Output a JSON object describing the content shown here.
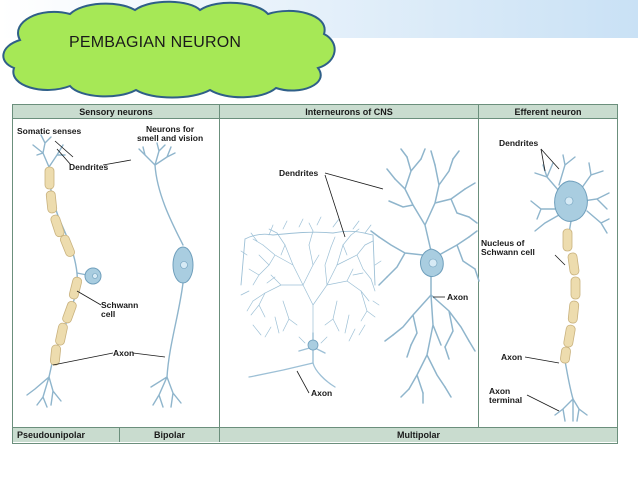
{
  "slide": {
    "title": "PEMBAGIAN NEURON"
  },
  "figure": {
    "headers": {
      "sensory": "Sensory neurons",
      "interneurons": "Interneurons of CNS",
      "efferent": "Efferent neuron"
    },
    "footers": {
      "pseudounipolar": "Pseudounipolar",
      "bipolar": "Bipolar",
      "multipolar": "Multipolar"
    },
    "labels": {
      "somatic_senses": "Somatic senses",
      "smell_vision_1": "Neurons for",
      "smell_vision_2": "smell and vision",
      "dendrites_sensory": "Dendrites",
      "schwann_1": "Schwann",
      "schwann_2": "cell",
      "axon_sensory": "Axon",
      "dendrites_inter": "Dendrites",
      "axon_inter_left": "Axon",
      "axon_inter_right": "Axon",
      "dendrites_eff": "Dendrites",
      "nucleus_1": "Nucleus of",
      "nucleus_2": "Schwann cell",
      "axon_eff": "Axon",
      "axon_terminal_1": "Axon",
      "axon_terminal_2": "terminal"
    }
  },
  "colors": {
    "header": "#c9dccf",
    "cloud": "#a6e856",
    "neuron": "#a9cde0",
    "myelin": "#eddcae",
    "border": "#6b8f7c"
  }
}
